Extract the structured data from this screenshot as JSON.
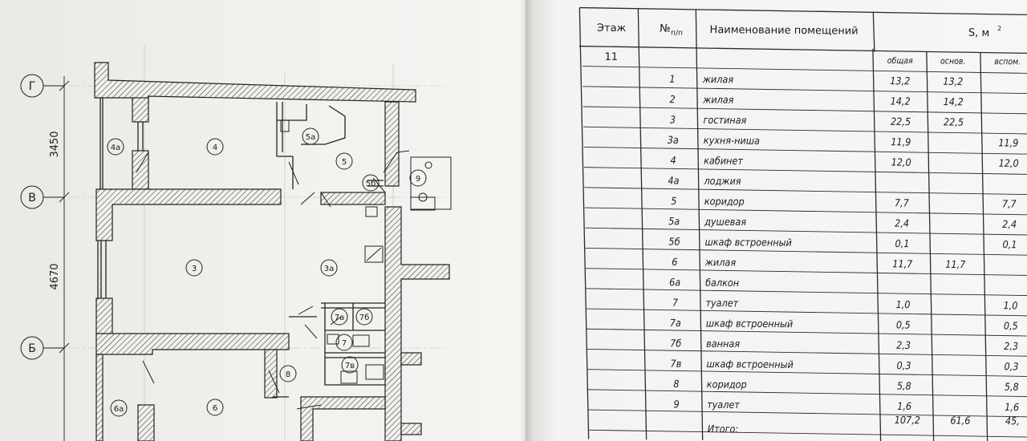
{
  "plan": {
    "axes": [
      {
        "label": "Г"
      },
      {
        "label": "В"
      },
      {
        "label": "Б"
      }
    ],
    "dimensions": [
      "3450",
      "4670"
    ],
    "room_tags": [
      "4а",
      "4",
      "5а",
      "5",
      "5б",
      "9",
      "3",
      "3а",
      "7а",
      "7б",
      "7",
      "7в",
      "8",
      "6а",
      "6"
    ]
  },
  "table": {
    "header": {
      "floor": "Этаж",
      "number": "№",
      "number_sub": "п/п",
      "name": "Наименование помещений",
      "area": "S, м",
      "area_sup": "2",
      "total_col": "общая",
      "main_col": "основ.",
      "aux_col": "вспом."
    },
    "floor_value": "11",
    "rows": [
      {
        "n": "1",
        "name": "жилая",
        "total": "13,2",
        "main": "13,2",
        "aux": ""
      },
      {
        "n": "2",
        "name": "жилая",
        "total": "14,2",
        "main": "14,2",
        "aux": ""
      },
      {
        "n": "3",
        "name": "гостиная",
        "total": "22,5",
        "main": "22,5",
        "aux": ""
      },
      {
        "n": "3а",
        "name": "кухня-ниша",
        "total": "11,9",
        "main": "",
        "aux": "11,9"
      },
      {
        "n": "4",
        "name": "кабинет",
        "total": "12,0",
        "main": "",
        "aux": "12,0"
      },
      {
        "n": "4а",
        "name": "лоджия",
        "total": "",
        "main": "",
        "aux": ""
      },
      {
        "n": "5",
        "name": "коридор",
        "total": "7,7",
        "main": "",
        "aux": "7,7"
      },
      {
        "n": "5а",
        "name": "душевая",
        "total": "2,4",
        "main": "",
        "aux": "2,4"
      },
      {
        "n": "5б",
        "name": "шкаф встроенный",
        "total": "0,1",
        "main": "",
        "aux": "0,1"
      },
      {
        "n": "6",
        "name": "жилая",
        "total": "11,7",
        "main": "11,7",
        "aux": ""
      },
      {
        "n": "6а",
        "name": "балкон",
        "total": "",
        "main": "",
        "aux": ""
      },
      {
        "n": "7",
        "name": "туалет",
        "total": "1,0",
        "main": "",
        "aux": "1,0"
      },
      {
        "n": "7а",
        "name": "шкаф встроенный",
        "total": "0,5",
        "main": "",
        "aux": "0,5"
      },
      {
        "n": "7б",
        "name": "ванная",
        "total": "2,3",
        "main": "",
        "aux": "2,3"
      },
      {
        "n": "7в",
        "name": "шкаф встроенный",
        "total": "0,3",
        "main": "",
        "aux": "0,3"
      },
      {
        "n": "8",
        "name": "коридор",
        "total": "5,8",
        "main": "",
        "aux": "5,8"
      },
      {
        "n": "9",
        "name": "туалет",
        "total": "1,6",
        "main": "",
        "aux": "1,6"
      }
    ],
    "totals": {
      "label": "Итого:",
      "total": "107,2",
      "main": "61,6",
      "aux": "45,"
    }
  }
}
